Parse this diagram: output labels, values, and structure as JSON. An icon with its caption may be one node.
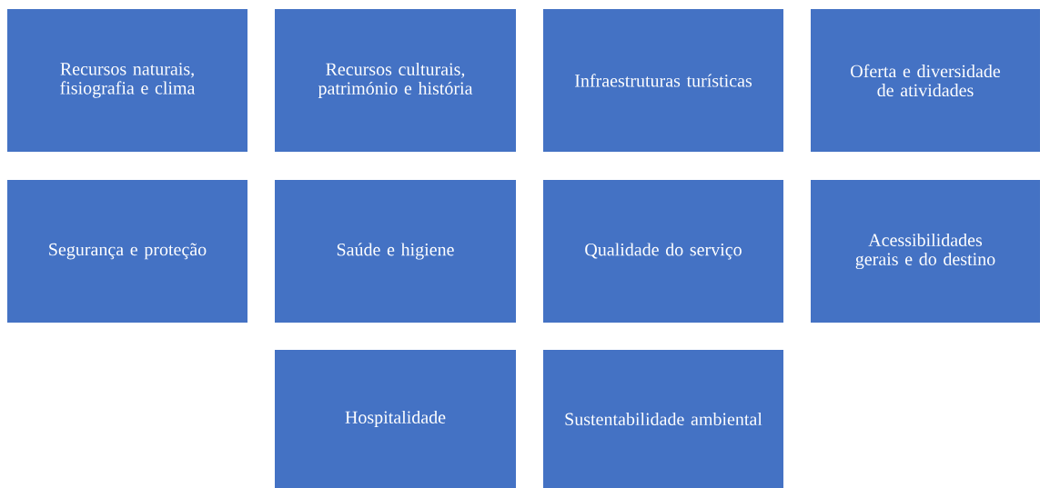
{
  "diagram": {
    "nodes": [
      {
        "text": [
          "Recursos naturais, fisiografia e clima"
        ]
      },
      {
        "text": [
          "Recursos culturais, património e história"
        ]
      },
      {
        "text": [
          "Infraestruturas turísticas"
        ]
      },
      {
        "text": [
          "Oferta e diversidade de atividades"
        ]
      },
      {
        "text": [
          "Segurança e proteção"
        ]
      },
      {
        "text": [
          "Saúde e higiene"
        ]
      },
      {
        "text": [
          "Qualidade do serviço"
        ]
      },
      {
        "text": [
          "Acessibilidades gerais e do destino"
        ]
      },
      {
        "text": [
          "Hospitalidade"
        ]
      },
      {
        "text": [
          "Sustentabilidade ambiental"
        ]
      }
    ]
  }
}
